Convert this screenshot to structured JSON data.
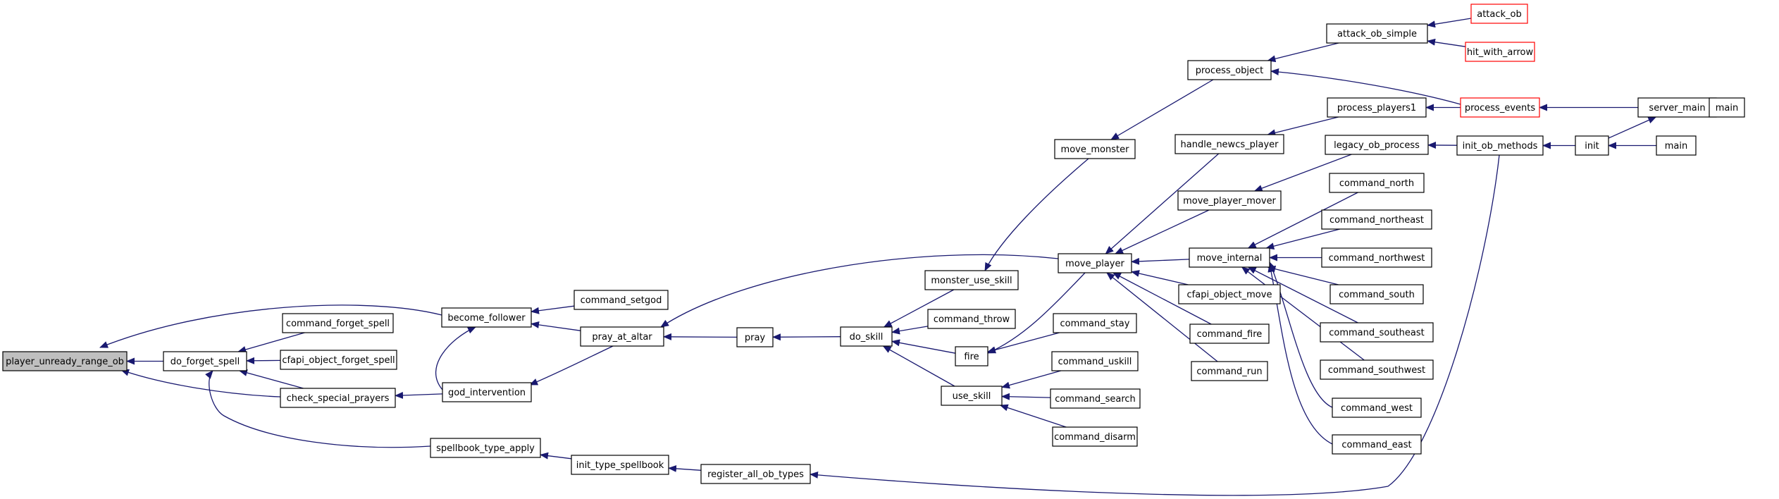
{
  "diagram": {
    "type": "call-graph",
    "colors": {
      "edge": "#191970",
      "node_border": "#000000",
      "truncated_border": "#ff0000",
      "focus_fill": "#bfbfbf",
      "node_fill": "#ffffff",
      "background": "#ffffff"
    },
    "nodes": [
      {
        "id": "player_unready_range_ob",
        "label": "player_unready_range_ob",
        "style": "focus"
      },
      {
        "id": "become_follower",
        "label": "become_follower",
        "style": "normal"
      },
      {
        "id": "check_special_prayers",
        "label": "check_special_prayers",
        "style": "normal"
      },
      {
        "id": "do_forget_spell",
        "label": "do_forget_spell",
        "style": "normal"
      },
      {
        "id": "command_forget_spell",
        "label": "command_forget_spell",
        "style": "normal"
      },
      {
        "id": "cfapi_object_forget_spell",
        "label": "cfapi_object_forget_spell",
        "style": "normal"
      },
      {
        "id": "spellbook_type_apply",
        "label": "spellbook_type_apply",
        "style": "normal"
      },
      {
        "id": "command_setgod",
        "label": "command_setgod",
        "style": "normal"
      },
      {
        "id": "pray_at_altar",
        "label": "pray_at_altar",
        "style": "normal"
      },
      {
        "id": "god_intervention",
        "label": "god_intervention",
        "style": "normal"
      },
      {
        "id": "init_type_spellbook",
        "label": "init_type_spellbook",
        "style": "normal"
      },
      {
        "id": "register_all_ob_types",
        "label": "register_all_ob_types",
        "style": "normal"
      },
      {
        "id": "pray",
        "label": "pray",
        "style": "normal"
      },
      {
        "id": "do_skill",
        "label": "do_skill",
        "style": "normal"
      },
      {
        "id": "monster_use_skill",
        "label": "monster_use_skill",
        "style": "normal"
      },
      {
        "id": "command_throw",
        "label": "command_throw",
        "style": "normal"
      },
      {
        "id": "fire",
        "label": "fire",
        "style": "normal"
      },
      {
        "id": "use_skill",
        "label": "use_skill",
        "style": "normal"
      },
      {
        "id": "move_monster",
        "label": "move_monster",
        "style": "normal"
      },
      {
        "id": "move_player",
        "label": "move_player",
        "style": "normal"
      },
      {
        "id": "command_stay",
        "label": "command_stay",
        "style": "normal"
      },
      {
        "id": "command_uskill",
        "label": "command_uskill",
        "style": "normal"
      },
      {
        "id": "command_search",
        "label": "command_search",
        "style": "normal"
      },
      {
        "id": "command_disarm",
        "label": "command_disarm",
        "style": "normal"
      },
      {
        "id": "process_object",
        "label": "process_object",
        "style": "normal"
      },
      {
        "id": "handle_newcs_player",
        "label": "handle_newcs_player",
        "style": "normal"
      },
      {
        "id": "move_player_mover",
        "label": "move_player_mover",
        "style": "normal"
      },
      {
        "id": "move_internal",
        "label": "move_internal",
        "style": "normal"
      },
      {
        "id": "cfapi_object_move",
        "label": "cfapi_object_move",
        "style": "normal"
      },
      {
        "id": "command_fire",
        "label": "command_fire",
        "style": "normal"
      },
      {
        "id": "command_run",
        "label": "command_run",
        "style": "normal"
      },
      {
        "id": "attack_ob_simple",
        "label": "attack_ob_simple",
        "style": "normal"
      },
      {
        "id": "process_players1",
        "label": "process_players1",
        "style": "normal"
      },
      {
        "id": "legacy_ob_process",
        "label": "legacy_ob_process",
        "style": "normal"
      },
      {
        "id": "command_north",
        "label": "command_north",
        "style": "normal"
      },
      {
        "id": "command_northeast",
        "label": "command_northeast",
        "style": "normal"
      },
      {
        "id": "command_northwest",
        "label": "command_northwest",
        "style": "normal"
      },
      {
        "id": "command_south",
        "label": "command_south",
        "style": "normal"
      },
      {
        "id": "command_southeast",
        "label": "command_southeast",
        "style": "normal"
      },
      {
        "id": "command_southwest",
        "label": "command_southwest",
        "style": "normal"
      },
      {
        "id": "command_west",
        "label": "command_west",
        "style": "normal"
      },
      {
        "id": "command_east",
        "label": "command_east",
        "style": "normal"
      },
      {
        "id": "attack_ob",
        "label": "attack_ob",
        "style": "truncated"
      },
      {
        "id": "hit_with_arrow",
        "label": "hit_with_arrow",
        "style": "truncated"
      },
      {
        "id": "process_events",
        "label": "process_events",
        "style": "truncated"
      },
      {
        "id": "init_ob_methods",
        "label": "init_ob_methods",
        "style": "normal"
      },
      {
        "id": "server_main",
        "label": "server_main",
        "style": "normal"
      },
      {
        "id": "init",
        "label": "init",
        "style": "normal"
      },
      {
        "id": "main_1",
        "label": "main",
        "style": "normal"
      },
      {
        "id": "main_2",
        "label": "main",
        "style": "normal"
      }
    ],
    "edges": [
      {
        "from": "become_follower",
        "to": "player_unready_range_ob"
      },
      {
        "from": "do_forget_spell",
        "to": "player_unready_range_ob"
      },
      {
        "from": "check_special_prayers",
        "to": "player_unready_range_ob"
      },
      {
        "from": "command_forget_spell",
        "to": "do_forget_spell"
      },
      {
        "from": "cfapi_object_forget_spell",
        "to": "do_forget_spell"
      },
      {
        "from": "check_special_prayers",
        "to": "do_forget_spell"
      },
      {
        "from": "spellbook_type_apply",
        "to": "do_forget_spell"
      },
      {
        "from": "command_setgod",
        "to": "become_follower"
      },
      {
        "from": "pray_at_altar",
        "to": "become_follower"
      },
      {
        "from": "god_intervention",
        "to": "become_follower"
      },
      {
        "from": "god_intervention",
        "to": "check_special_prayers"
      },
      {
        "from": "pray_at_altar",
        "to": "god_intervention"
      },
      {
        "from": "init_type_spellbook",
        "to": "spellbook_type_apply"
      },
      {
        "from": "register_all_ob_types",
        "to": "init_type_spellbook"
      },
      {
        "from": "pray",
        "to": "pray_at_altar"
      },
      {
        "from": "move_player",
        "to": "pray_at_altar"
      },
      {
        "from": "do_skill",
        "to": "pray"
      },
      {
        "from": "monster_use_skill",
        "to": "do_skill"
      },
      {
        "from": "command_throw",
        "to": "do_skill"
      },
      {
        "from": "fire",
        "to": "do_skill"
      },
      {
        "from": "use_skill",
        "to": "do_skill"
      },
      {
        "from": "move_monster",
        "to": "monster_use_skill"
      },
      {
        "from": "move_player",
        "to": "fire"
      },
      {
        "from": "command_stay",
        "to": "fire"
      },
      {
        "from": "command_uskill",
        "to": "use_skill"
      },
      {
        "from": "command_search",
        "to": "use_skill"
      },
      {
        "from": "command_disarm",
        "to": "use_skill"
      },
      {
        "from": "process_object",
        "to": "move_monster"
      },
      {
        "from": "handle_newcs_player",
        "to": "move_player"
      },
      {
        "from": "move_player_mover",
        "to": "move_player"
      },
      {
        "from": "move_internal",
        "to": "move_player"
      },
      {
        "from": "cfapi_object_move",
        "to": "move_player"
      },
      {
        "from": "command_fire",
        "to": "move_player"
      },
      {
        "from": "command_run",
        "to": "move_player"
      },
      {
        "from": "attack_ob_simple",
        "to": "process_object"
      },
      {
        "from": "process_events",
        "to": "process_object"
      },
      {
        "from": "process_players1",
        "to": "handle_newcs_player"
      },
      {
        "from": "legacy_ob_process",
        "to": "move_player_mover"
      },
      {
        "from": "command_north",
        "to": "move_internal"
      },
      {
        "from": "command_northeast",
        "to": "move_internal"
      },
      {
        "from": "command_northwest",
        "to": "move_internal"
      },
      {
        "from": "command_south",
        "to": "move_internal"
      },
      {
        "from": "command_southeast",
        "to": "move_internal"
      },
      {
        "from": "command_southwest",
        "to": "move_internal"
      },
      {
        "from": "command_west",
        "to": "move_internal"
      },
      {
        "from": "command_east",
        "to": "move_internal"
      },
      {
        "from": "attack_ob",
        "to": "attack_ob_simple"
      },
      {
        "from": "hit_with_arrow",
        "to": "attack_ob_simple"
      },
      {
        "from": "process_events",
        "to": "process_players1"
      },
      {
        "from": "init_ob_methods",
        "to": "legacy_ob_process"
      },
      {
        "from": "init_ob_methods",
        "to": "register_all_ob_types"
      },
      {
        "from": "server_main",
        "to": "process_events"
      },
      {
        "from": "init",
        "to": "init_ob_methods"
      },
      {
        "from": "main_1",
        "to": "server_main"
      },
      {
        "from": "init",
        "to": "server_main"
      },
      {
        "from": "main_2",
        "to": "init"
      }
    ]
  }
}
